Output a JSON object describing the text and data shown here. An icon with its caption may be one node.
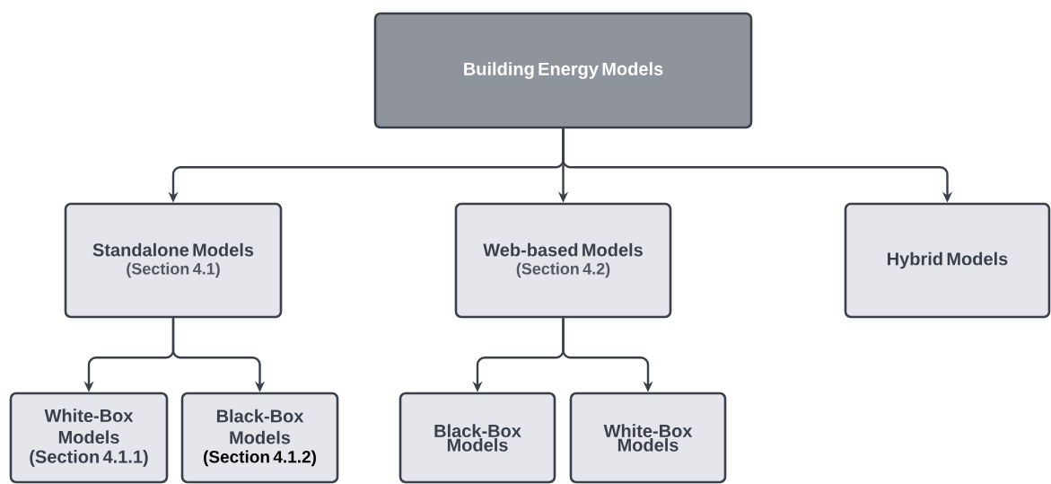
{
  "diagram": {
    "nodes": [
      {
        "text": [
          "Building Energy Models"
        ]
      },
      {
        "text": [
          "Standalone Models",
          "(Section 4.1)"
        ]
      },
      {
        "text": [
          "Web-based Models",
          "(Section 4.2)"
        ]
      },
      {
        "text": [
          "Hybrid Models"
        ]
      },
      {
        "text": [
          "White-Box Models",
          "(Section 4.1.1)"
        ]
      },
      {
        "text": [
          "Black-Box Models",
          "(Section 4.1.2)"
        ]
      },
      {
        "text": [
          "Black-Box Models"
        ]
      },
      {
        "text": [
          "White-Box Models"
        ]
      }
    ],
    "edges": [
      {
        "from": 0,
        "to": 1,
        "arrow": "to"
      },
      {
        "from": 0,
        "to": 2,
        "arrow": "to"
      },
      {
        "from": 0,
        "to": 3,
        "arrow": "to"
      },
      {
        "from": 1,
        "to": 4,
        "arrow": "to"
      },
      {
        "from": 1,
        "to": 5,
        "arrow": "to"
      },
      {
        "from": 2,
        "to": 6,
        "arrow": "to"
      },
      {
        "from": 2,
        "to": 7,
        "arrow": "to"
      }
    ]
  }
}
